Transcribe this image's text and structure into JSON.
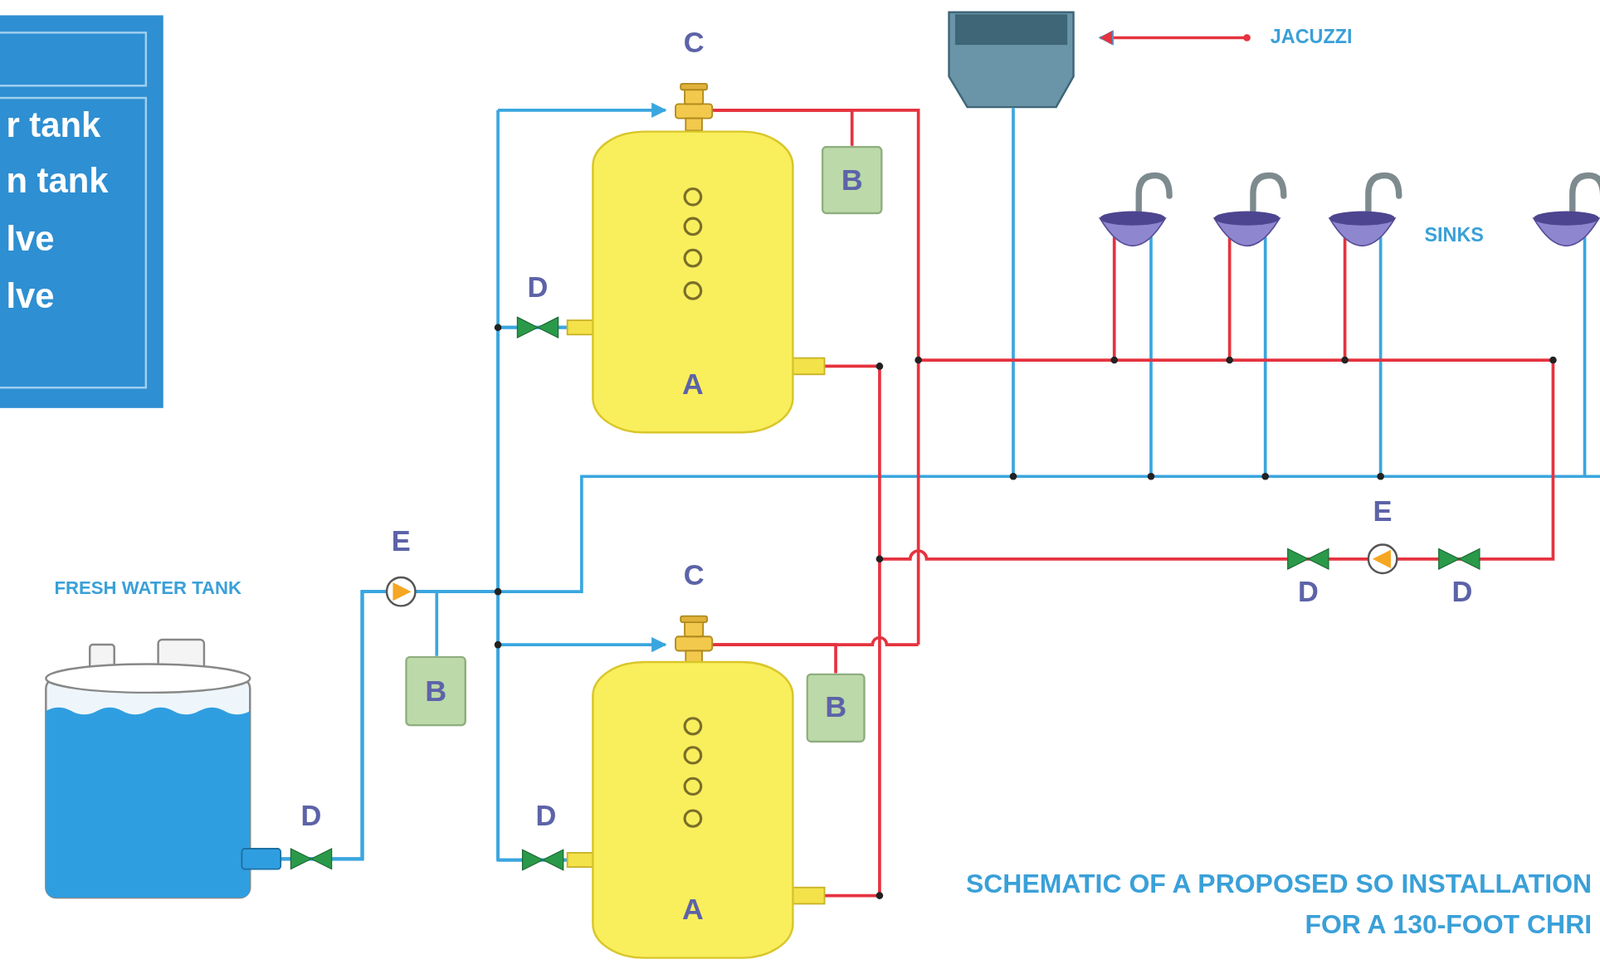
{
  "diagram": {
    "caption": "SCHEMATIC OF A PROPOSED SO INSTALLATION FOR A 130-FOOT CHRI",
    "nodes": [
      {
        "text": [
          "A"
        ]
      },
      {
        "text": [
          "B"
        ]
      },
      {
        "text": [
          "FRESH WATER TANK"
        ]
      },
      {
        "text": [
          "B"
        ]
      },
      {
        "text": [
          "A"
        ]
      },
      {
        "text": [
          "B"
        ]
      }
    ],
    "edges": [
      {
        "from": 2,
        "to": 0,
        "arrow": "none"
      },
      {
        "from": 2,
        "to": 4,
        "arrow": "none"
      },
      {
        "from": 2,
        "to": 3,
        "arrow": "none"
      },
      {
        "from": 0,
        "to": 1,
        "arrow": "none"
      },
      {
        "from": 4,
        "to": 5,
        "arrow": "none"
      }
    ],
    "labels": [
      "r tank",
      "n tank",
      "lve",
      "lve",
      "C",
      "JACUZZI",
      "SINKS",
      "D",
      "E",
      "C",
      "E",
      "D",
      "D",
      "D",
      "D"
    ]
  }
}
